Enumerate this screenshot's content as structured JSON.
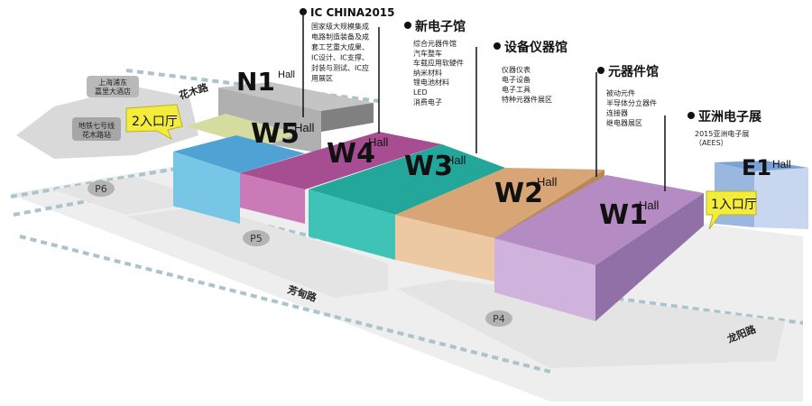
{
  "halls": {
    "n1": {
      "name": "N1",
      "sub": "Hall",
      "color": "#a9a9a9"
    },
    "w5": {
      "name": "W5",
      "sub": "Hall",
      "color": "#5aa9d6"
    },
    "w4": {
      "name": "W4",
      "sub": "Hall",
      "color": "#b15a9f"
    },
    "w3": {
      "name": "W3",
      "sub": "Hall",
      "color": "#2fb3a8"
    },
    "w2": {
      "name": "W2",
      "sub": "Hall",
      "color": "#e1b07f"
    },
    "w1": {
      "name": "W1",
      "sub": "Hall",
      "color": "#b68fc6"
    },
    "e1": {
      "name": "E1",
      "sub": "Hall",
      "color": "#7f9fcf"
    }
  },
  "roads": {
    "huamu": "花木路",
    "fangdian": "芳甸路",
    "longyang": "龙阳路"
  },
  "parking": [
    "P6",
    "P5",
    "P4"
  ],
  "entrances": {
    "entrance2": "2入口厅",
    "entrance1": "1入口厅",
    "color": "#f4ec3c"
  },
  "landmarks": {
    "hotel": "上海浦东\n嘉里大酒店",
    "metro": "地铁七号线\n花木路站"
  },
  "annotations": {
    "ic_china": {
      "title": "IC CHINA2015",
      "lines": [
        "国家级大规模集成",
        "电路制造装备及成",
        "套工艺重大成果、",
        "IC设计、IC支撑、",
        "封装与测试、IC应",
        "用展区"
      ]
    },
    "new_electronics": {
      "title": "新电子馆",
      "lines": [
        "综合元器件馆",
        "汽车整车",
        "车载应用软硬件",
        "纳米材料",
        "锂电池材料",
        "LED",
        "消费电子"
      ]
    },
    "equipment": {
      "title": "设备仪器馆",
      "lines": [
        "仪器仪表",
        "电子设备",
        "电子工具",
        "特种元器件展区"
      ]
    },
    "components": {
      "title": "元器件馆",
      "lines": [
        "被动元件",
        "半导体分立器件",
        "连接器",
        "继电器展区"
      ]
    },
    "asia": {
      "title": "亚洲电子展",
      "lines": [
        "2015亚洲电子展",
        "（AEES）"
      ]
    }
  },
  "colors": {
    "road_area": "#e3e3e3",
    "lot": "#e8e8e8",
    "dash": "#a9c4cc"
  }
}
